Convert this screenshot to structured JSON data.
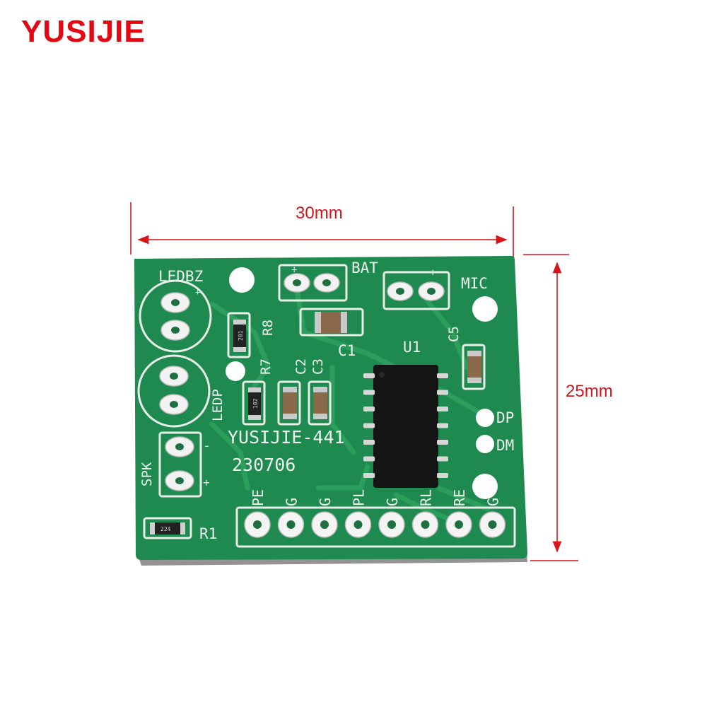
{
  "brand": {
    "name": "YUSIJIE",
    "color": "#e30613"
  },
  "dimensions": {
    "width": "30mm",
    "height": "25mm",
    "line_color": "#d9141a"
  },
  "board": {
    "color": "#1f8a4f",
    "model": "YUSIJIE-441",
    "date_code": "230706",
    "labels": {
      "ledbz": "LEDBZ",
      "ledp": "LEDP",
      "spk": "SPK",
      "bat": "BAT",
      "mic": "MIC",
      "r1": "R1",
      "r7": "R7",
      "r8": "R8",
      "c1": "C1",
      "c2": "C2",
      "c3": "C3",
      "c5": "C5",
      "u1": "U1",
      "dp": "DP",
      "dm": "DM"
    },
    "pin_labels": [
      "PE",
      "G",
      "G",
      "PL",
      "G",
      "RL",
      "RE",
      "G"
    ],
    "component_codes": {
      "r8": "201",
      "r7": "102",
      "r1": "224"
    }
  }
}
